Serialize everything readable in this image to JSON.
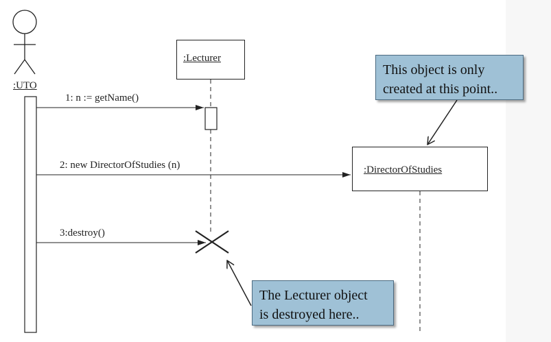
{
  "actor": {
    "label": ":UTO"
  },
  "objects": {
    "lecturer": {
      "label": ":Lecturer"
    },
    "director": {
      "label": ":DirectorOfStudies"
    }
  },
  "messages": [
    {
      "label": "1: n := getName()"
    },
    {
      "label": "2: new DirectorOfStudies (n)"
    },
    {
      "label": "3:destroy()"
    }
  ],
  "notes": {
    "created": {
      "lines": [
        "This object is only",
        "created at this point.."
      ]
    },
    "destroyed": {
      "lines": [
        "The Lecturer object",
        "is destroyed here.."
      ]
    }
  },
  "colors": {
    "note_fill": "#9fc1d6",
    "line": "#222222"
  }
}
